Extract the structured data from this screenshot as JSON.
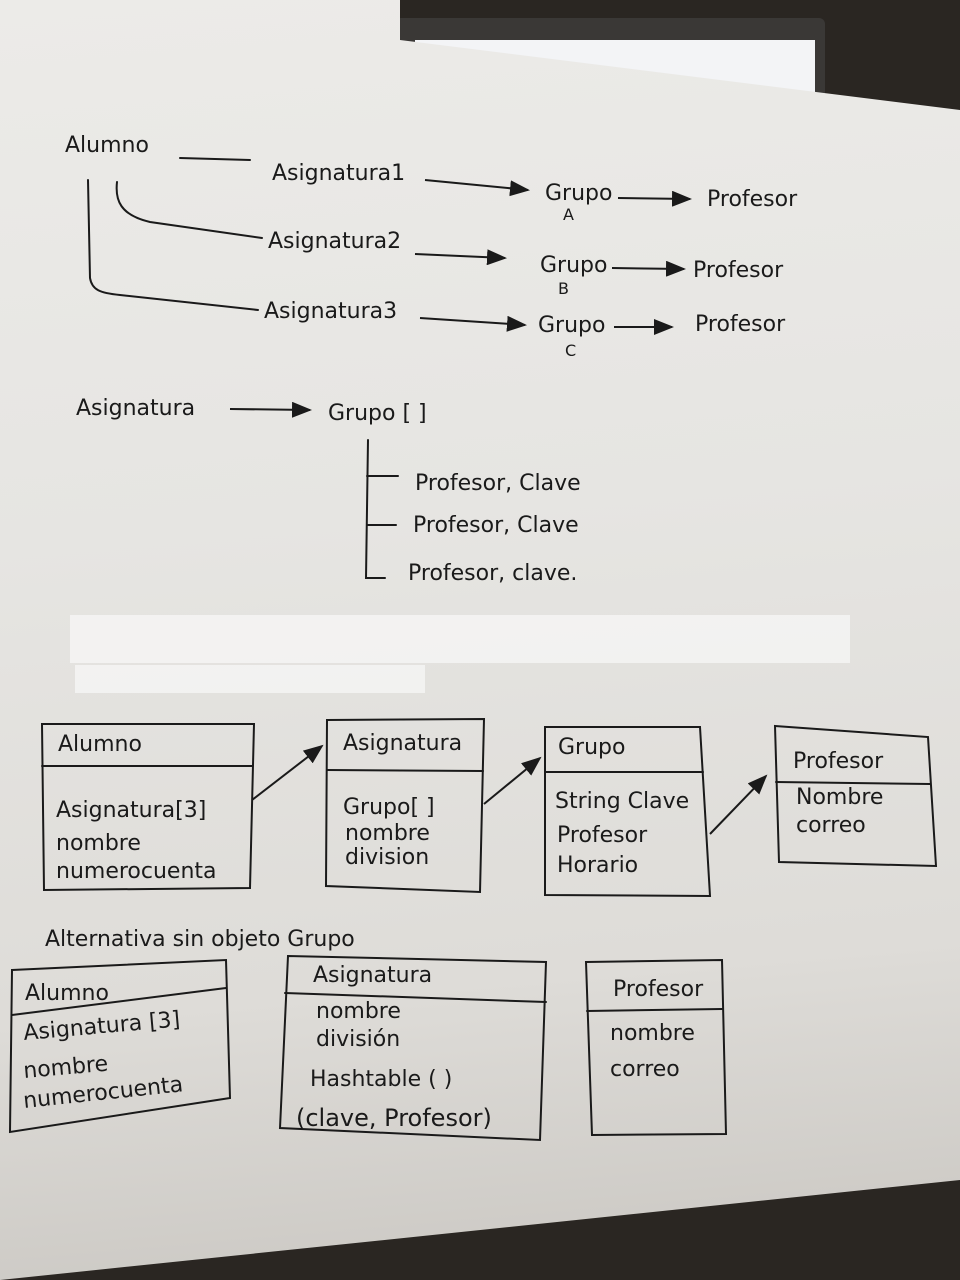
{
  "top_tree": {
    "root": "Alumno",
    "branches": [
      {
        "asignatura": "Asignatura1",
        "grupo": "Grupo",
        "grupo_letter": "A",
        "profesor": "Profesor"
      },
      {
        "asignatura": "Asignatura2",
        "grupo": "Grupo",
        "grupo_letter": "B",
        "profesor": "Profesor"
      },
      {
        "asignatura": "Asignatura3",
        "grupo": "Grupo",
        "grupo_letter": "C",
        "profesor": "Profesor"
      }
    ]
  },
  "array_tree": {
    "source": "Asignatura",
    "target": "Grupo [ ]",
    "items": [
      "Profesor, Clave",
      "Profesor, Clave",
      "Profesor, clave."
    ]
  },
  "uml_main": {
    "alumno": {
      "title": "Alumno",
      "fields": [
        "Asignatura[3]",
        "nombre",
        "numerocuenta"
      ]
    },
    "asignatura": {
      "title": "Asignatura",
      "fields": [
        "Grupo[ ]",
        "nombre",
        "division"
      ]
    },
    "grupo": {
      "title": "Grupo",
      "fields": [
        "String Clave",
        "Profesor",
        "Horario"
      ]
    },
    "profesor": {
      "title": "Profesor",
      "fields": [
        "Nombre",
        "correo"
      ]
    }
  },
  "alt_heading": "Alternativa sin objeto Grupo",
  "uml_alt": {
    "alumno": {
      "title": "Alumno",
      "fields": [
        "Asignatura [3]",
        "nombre",
        "numerocuenta"
      ]
    },
    "asignatura": {
      "title": "Asignatura",
      "fields": [
        "nombre",
        "división",
        "Hashtable ( )",
        "(clave, Profesor)"
      ]
    },
    "profesor": {
      "title": "Profesor",
      "fields": [
        "nombre",
        "correo"
      ]
    }
  }
}
